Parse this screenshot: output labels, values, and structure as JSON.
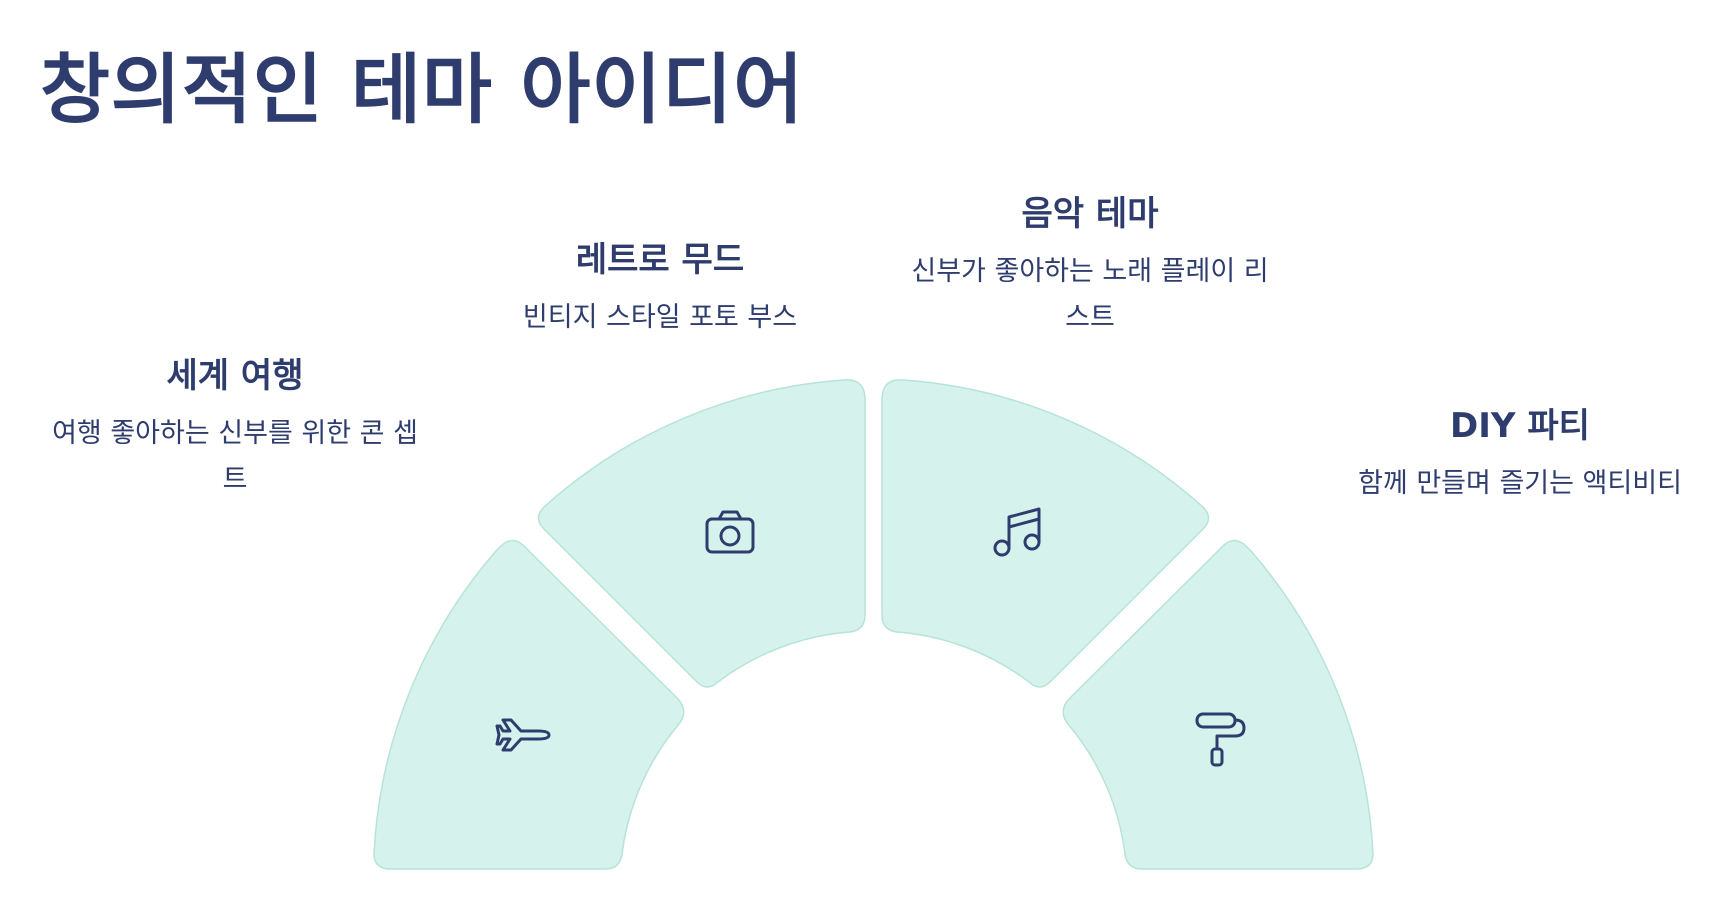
{
  "title": "창의적인 테마 아이디어",
  "colors": {
    "text": "#2e3d6e",
    "segment_fill": "#d5f3ec",
    "segment_stroke": "#b8e3d7",
    "icon": "#2e3d6e"
  },
  "items": [
    {
      "title": "세계 여행",
      "description": "여행 좋아하는 신부를 위한 콘 셉트",
      "icon": "airplane-icon"
    },
    {
      "title": "레트로 무드",
      "description": "빈티지 스타일 포토 부스",
      "icon": "camera-icon"
    },
    {
      "title": "음악 테마",
      "description": "신부가 좋아하는 노래 플레이 리스트",
      "icon": "music-note-icon"
    },
    {
      "title": "DIY 파티",
      "description": "함께 만들며 즐기는 액티비티",
      "icon": "paint-roller-icon"
    }
  ]
}
